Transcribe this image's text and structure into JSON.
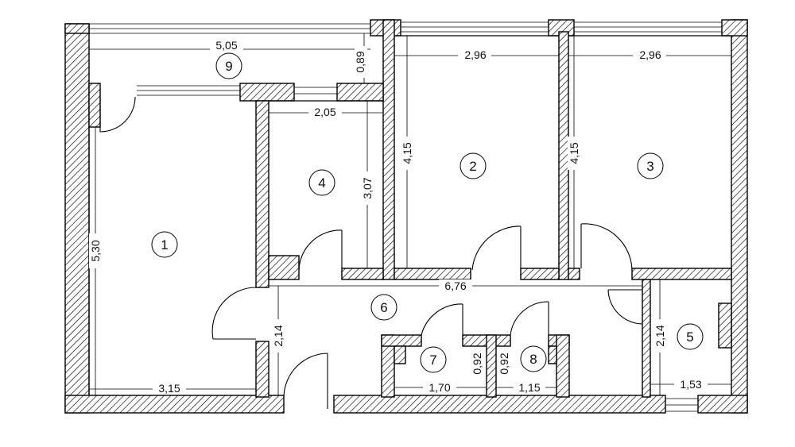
{
  "rooms": [
    {
      "number": "1"
    },
    {
      "number": "2"
    },
    {
      "number": "3"
    },
    {
      "number": "4"
    },
    {
      "number": "5"
    },
    {
      "number": "6"
    },
    {
      "number": "7"
    },
    {
      "number": "8"
    },
    {
      "number": "9"
    }
  ],
  "dimensions": {
    "r9_width": "5,05",
    "r9_depth": "0,89",
    "r2_width": "2,96",
    "r3_width": "2,96",
    "r4_width": "2,05",
    "r4_depth": "3,07",
    "r2_depth": "4,15",
    "r3_depth": "4,15",
    "r1_depth": "5,30",
    "r1_width": "3,15",
    "corridor_length": "6,76",
    "corridor_depth": "2,14",
    "r5_depth": "2,14",
    "r5_width": "1,53",
    "r7_width": "1,70",
    "r7_depth": "0,92",
    "r8_depth": "0,92",
    "r8_width": "1,15"
  },
  "colors": {
    "line": "#000000",
    "background": "#ffffff"
  }
}
